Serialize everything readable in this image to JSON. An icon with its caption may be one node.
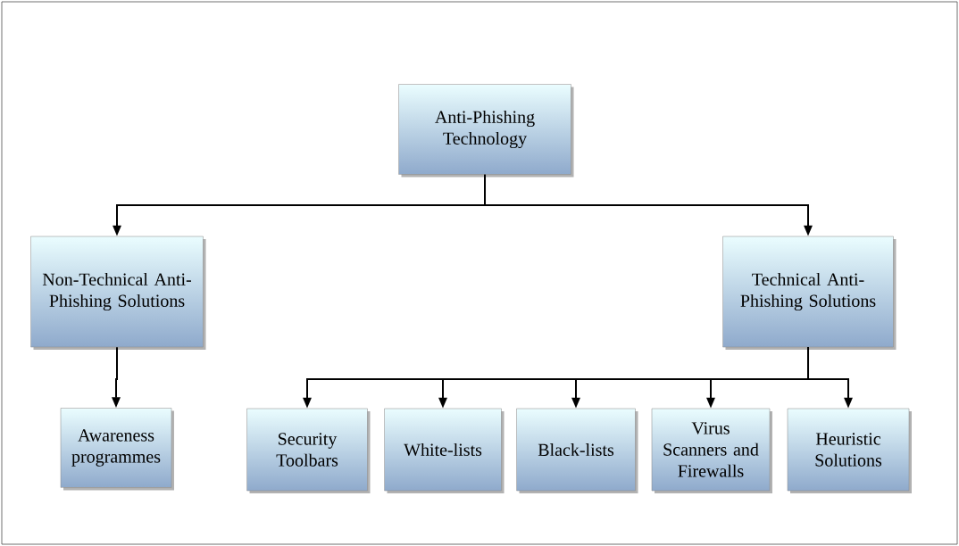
{
  "diagram": {
    "nodes": [
      {
        "text": [
          "Anti-Phishing Technology"
        ]
      },
      {
        "text": [
          "Non-Technical Anti-Phishing Solutions"
        ]
      },
      {
        "text": [
          "Technical Anti-Phishing Solutions"
        ]
      },
      {
        "text": [
          "Awareness programmes"
        ]
      },
      {
        "text": [
          "Security Toolbars"
        ]
      },
      {
        "text": [
          "White-lists"
        ]
      },
      {
        "text": [
          "Black-lists"
        ]
      },
      {
        "text": [
          "Virus Scanners and Firewalls"
        ]
      },
      {
        "text": [
          "Heuristic Solutions"
        ]
      }
    ],
    "edges": [
      {
        "from": 0,
        "to": 1,
        "arrow": "to"
      },
      {
        "from": 0,
        "to": 2,
        "arrow": "to"
      },
      {
        "from": 1,
        "to": 3,
        "arrow": "to"
      },
      {
        "from": 2,
        "to": 4,
        "arrow": "to"
      },
      {
        "from": 2,
        "to": 5,
        "arrow": "to"
      },
      {
        "from": 2,
        "to": 6,
        "arrow": "to"
      },
      {
        "from": 2,
        "to": 7,
        "arrow": "to"
      },
      {
        "from": 2,
        "to": 8,
        "arrow": "to"
      }
    ]
  }
}
